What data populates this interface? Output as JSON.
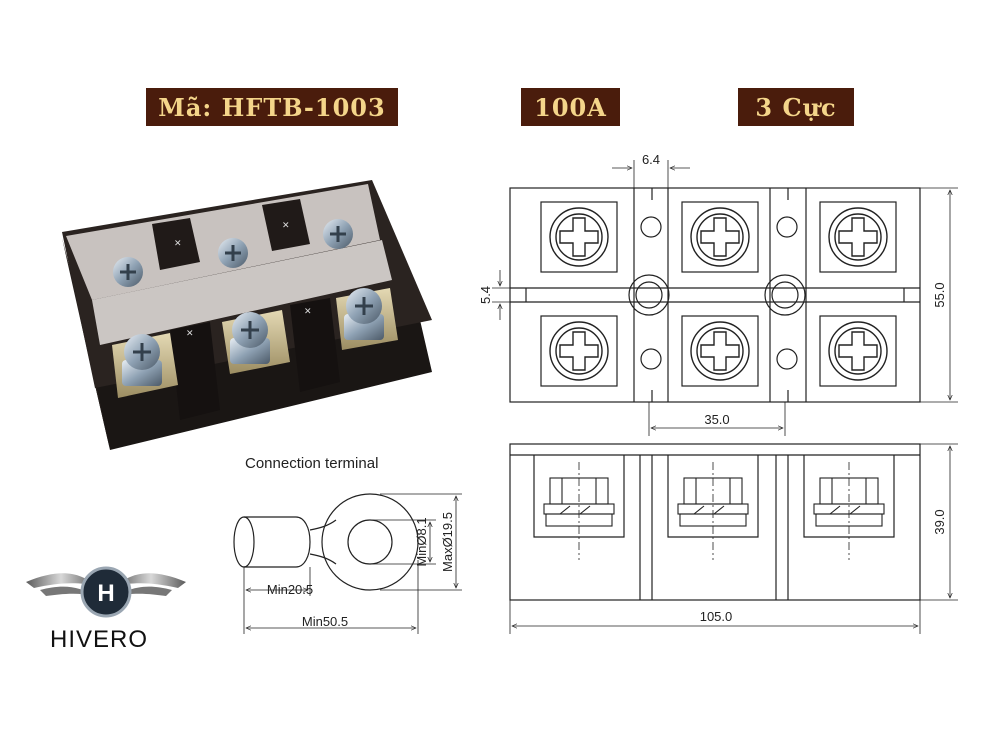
{
  "badges": {
    "code": "Mã: HFTB-1003",
    "current": "100A",
    "poles": "3 Cực"
  },
  "connection_terminal": {
    "title": "Connection terminal",
    "min_length_1": "Min20.5",
    "min_length_2": "Min50.5",
    "min_hole": "MinØ8.1",
    "max_outer": "MaxØ19.5"
  },
  "top_view": {
    "pitch_top": "6.4",
    "slot_height": "5.4",
    "height": "55.0",
    "pitch": "35.0"
  },
  "side_view": {
    "height": "39.0",
    "length": "105.0"
  },
  "brand": {
    "name": "HIVERO",
    "logo_letter": "H"
  },
  "colors": {
    "badge_bg": "#4a1c0c",
    "badge_text": "#f4d58a",
    "line": "#222222"
  }
}
